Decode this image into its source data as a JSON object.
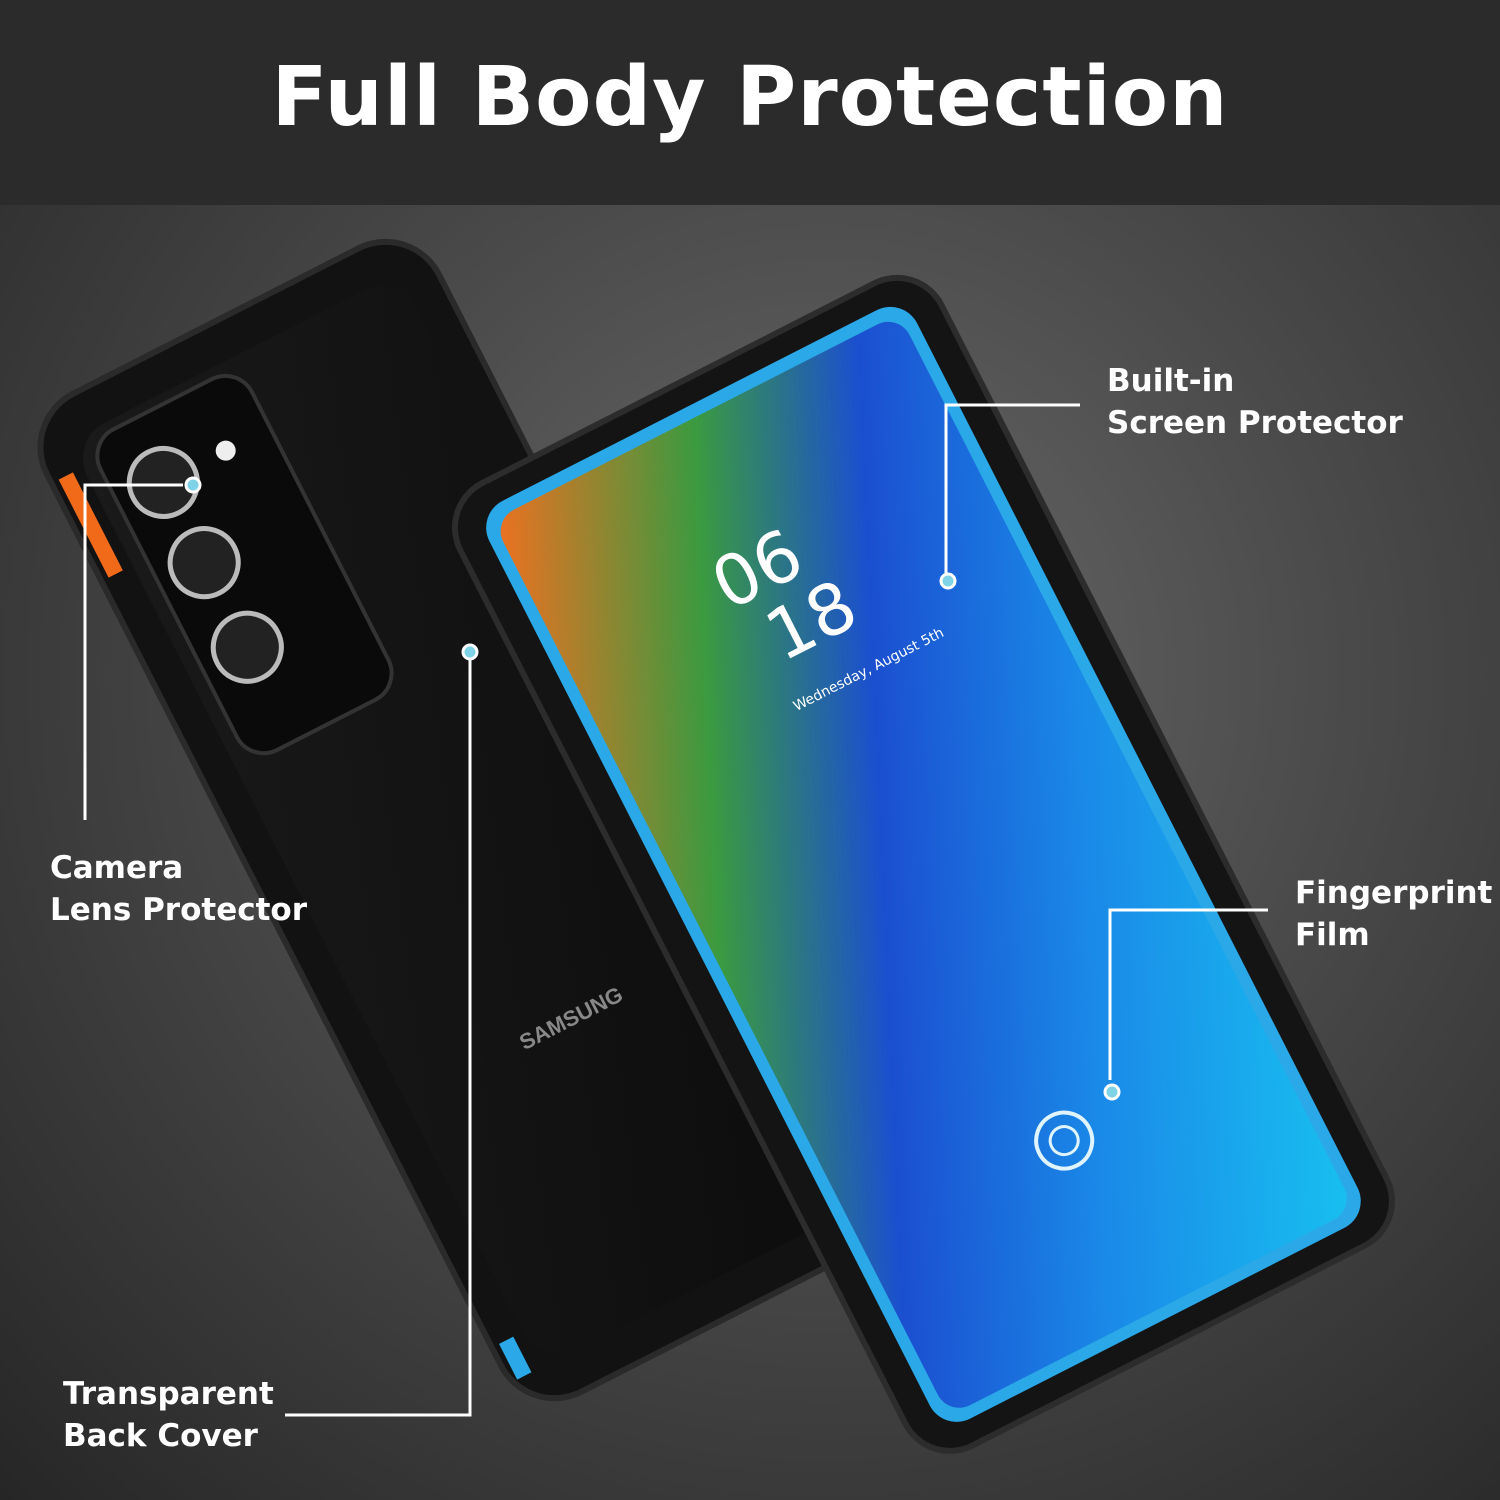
{
  "header": {
    "title": "Full Body Protection"
  },
  "callouts": {
    "screen_protector": [
      "Built-in",
      "Screen Protector"
    ],
    "camera": [
      "Camera",
      "Lens Protector"
    ],
    "fingerprint": [
      "Fingerprint",
      "Film"
    ],
    "back_cover": [
      "Transparent",
      "Back Cover"
    ]
  },
  "phone": {
    "brand": "SAMSUNG",
    "clock_hours": "06",
    "clock_minutes": "18",
    "date": "Wednesday, August 5th"
  },
  "colors": {
    "accent": "#2aa8e8",
    "header_bg": "#2b2b2b",
    "callout_dot": "#7fd3e6"
  }
}
